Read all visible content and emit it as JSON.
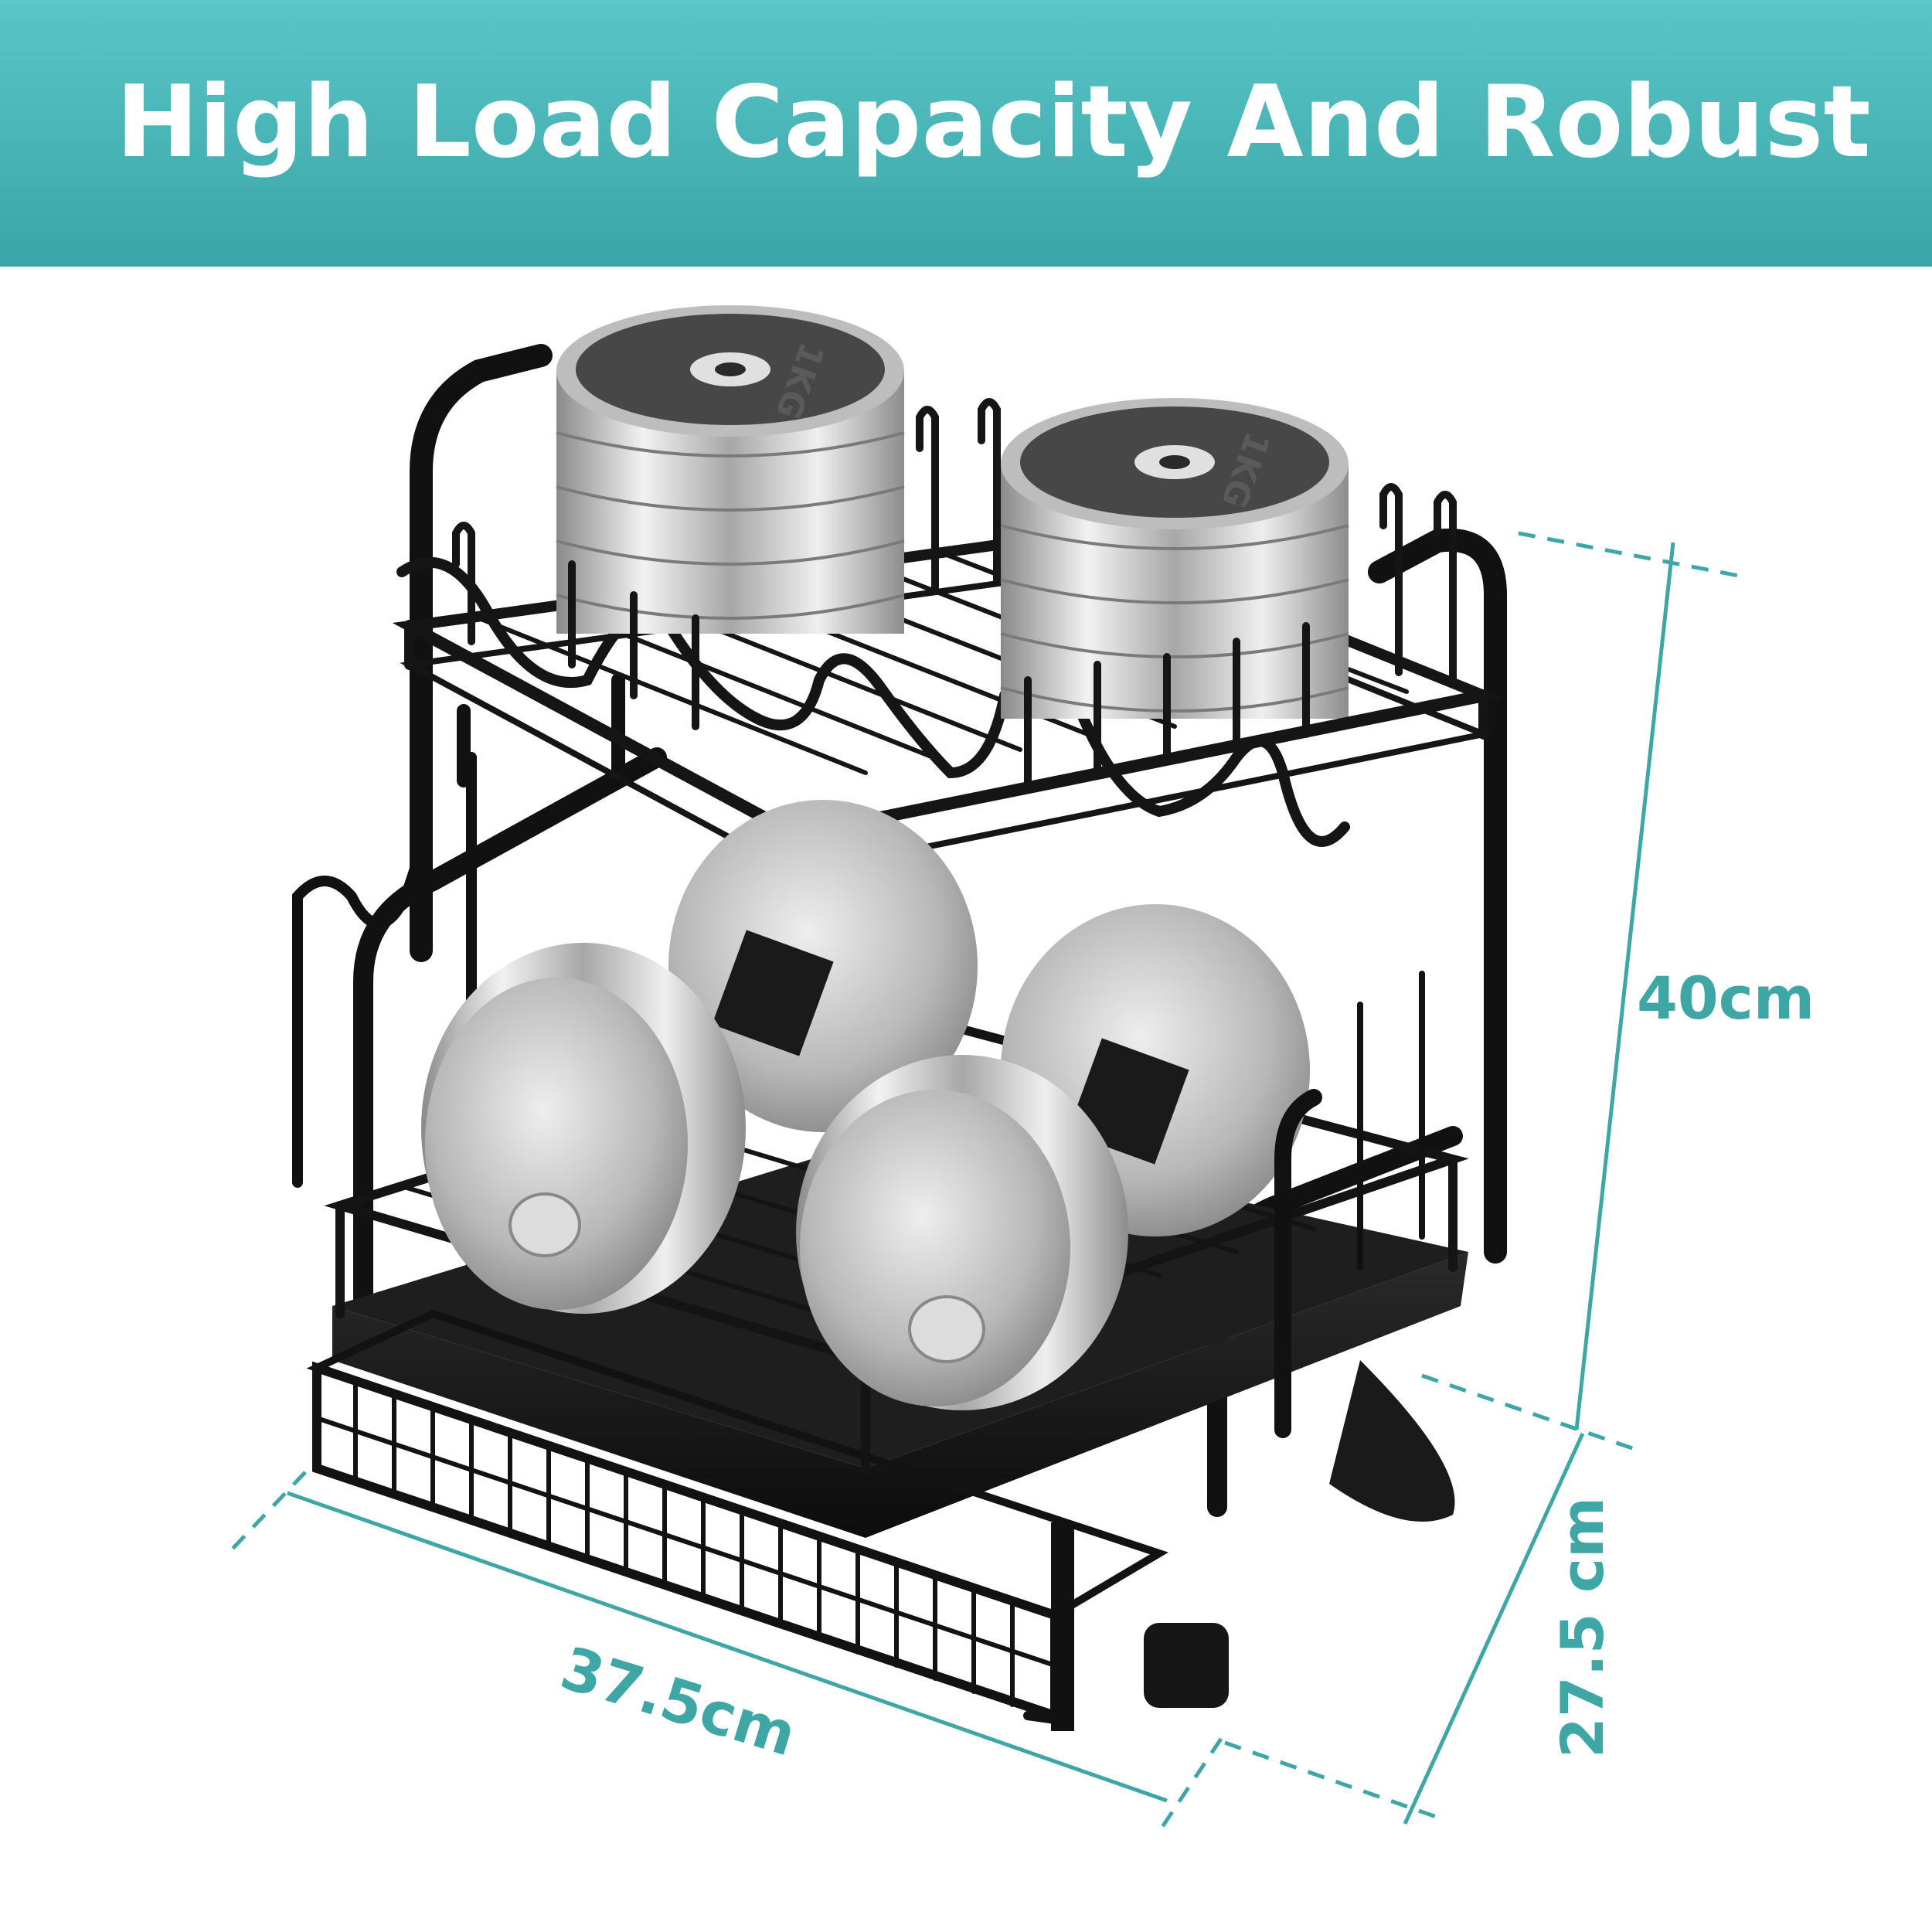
{
  "banner": {
    "headline": "High Load Capacity And Robust",
    "background_color": "#4bb8ba",
    "text_color": "#ffffff"
  },
  "product": {
    "plates": [
      {
        "label": "1KG"
      },
      {
        "label": "1KG"
      }
    ]
  },
  "dimensions": {
    "height": "40cm",
    "width": "37.5cm",
    "depth": "27.5 cm",
    "accent_color": "#3fa6a6"
  }
}
